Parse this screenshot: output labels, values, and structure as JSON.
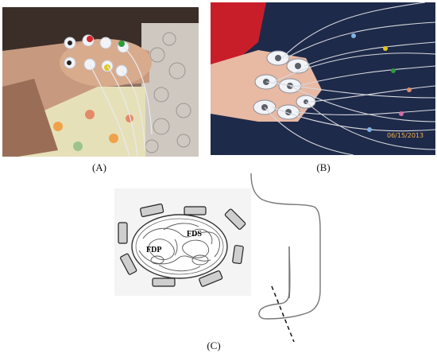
{
  "panels": {
    "a": {
      "caption": "(A)"
    },
    "b": {
      "caption": "(B)",
      "date_stamp": "06/15/2013"
    },
    "c": {
      "caption": "(C)",
      "label_fds": "FDS",
      "label_fdp": "FDP"
    }
  },
  "colors": {
    "electrode_red": "#d8262b",
    "electrode_green": "#2f9a3a",
    "electrode_yellow": "#e3c51c",
    "electrode_black": "#222222",
    "sleeve_red": "#c81e2a",
    "fabric_navy": "#1e2a4a",
    "date_stamp": "#f2b24a"
  },
  "icons": {
    "hand_electrodes": "hand-with-ecg-electrodes",
    "forearm_electrodes": "forearm-with-electrodes",
    "cross_section": "forearm-cross-section",
    "arm_outline": "arm-outline-with-cut-line"
  }
}
